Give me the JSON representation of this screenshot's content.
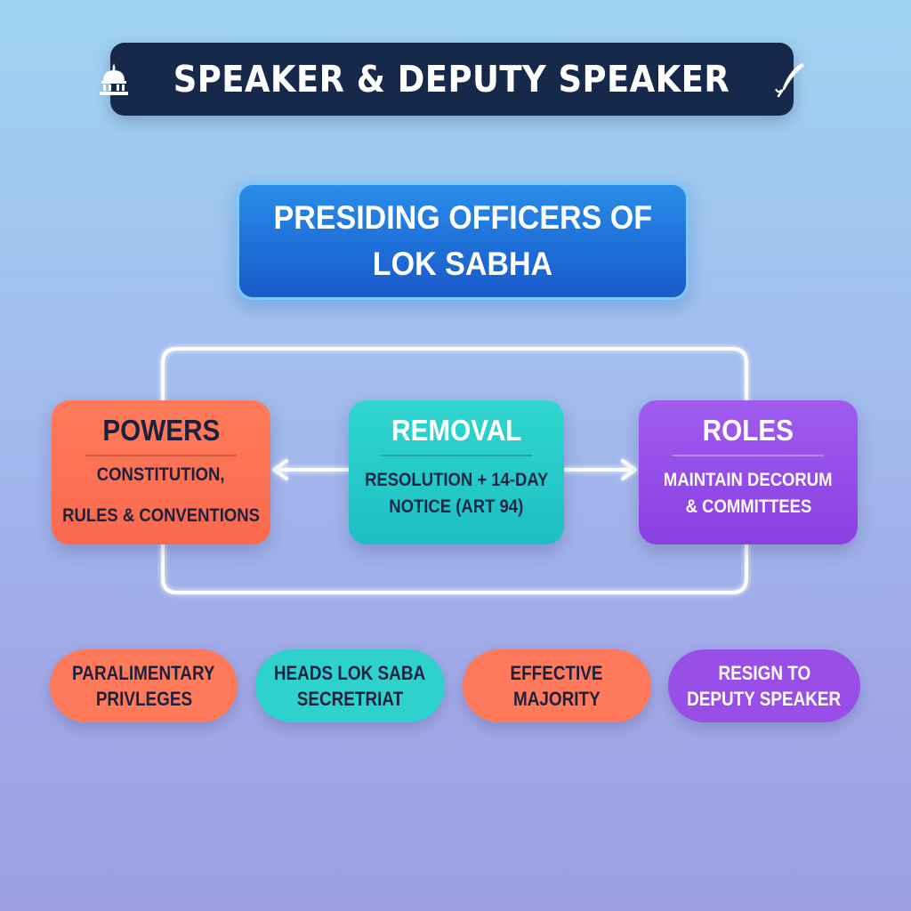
{
  "header": {
    "title": "SPEAKER & DEPUTY SPEAKER",
    "left_icon": "parliament-dome-icon",
    "right_icon": "quill-pen-icon"
  },
  "central_node": {
    "line1": "PRESIDING OFFICERS OF",
    "line2": "LOK SABHA"
  },
  "cards": {
    "powers": {
      "title": "POWERS",
      "line1": "CONSTITUTION,",
      "line2": "RULES & CONVENTIONS"
    },
    "removal": {
      "title": "REMOVAL",
      "line1": "RESOLUTION + 14-DAY",
      "line2": "NOTICE (ART 94)"
    },
    "roles": {
      "title": "ROLES",
      "line1": "MAINTAIN DECORUM",
      "line2": "& COMMITTEES"
    }
  },
  "pills": [
    {
      "line1": "PARALIMENTARY",
      "line2": "PRIVLEGES"
    },
    {
      "line1": "HEADS LOK SABA",
      "line2": "SECRETRIAT"
    },
    {
      "line1": "EFFECTIVE",
      "line2": "MAJORITY"
    },
    {
      "line1": "RESIGN TO",
      "line2": "DEPUTY SPEAKER"
    }
  ],
  "colors": {
    "header_bg": "#17294a",
    "central_blue": "#1e6fd8",
    "coral": "#f9694e",
    "teal": "#1dbfc2",
    "purple": "#8a3fe0",
    "connector": "#ffffff"
  }
}
